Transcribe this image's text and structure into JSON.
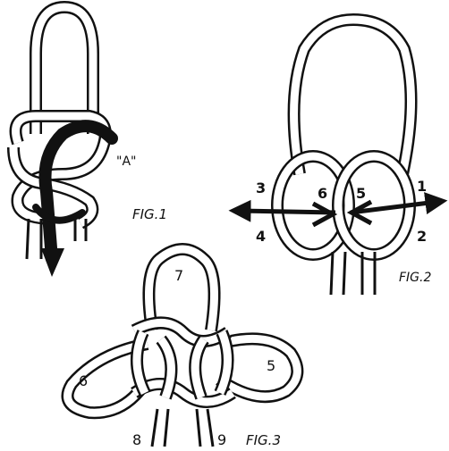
{
  "figures": [
    {
      "caption": "FIG.1",
      "annotation": "\"A\""
    },
    {
      "caption": "FIG.2",
      "labels": {
        "n1": "1",
        "n2": "2",
        "n3": "3",
        "n4": "4",
        "n5": "5",
        "n6": "6"
      }
    },
    {
      "caption": "FIG.3",
      "labels": {
        "n5": "5",
        "n6": "6",
        "n7": "7",
        "n8": "8",
        "n9": "9"
      }
    }
  ],
  "colors": {
    "cord_outline": "#111111",
    "cord_fill": "#ffffff",
    "arrow": "#111111"
  }
}
